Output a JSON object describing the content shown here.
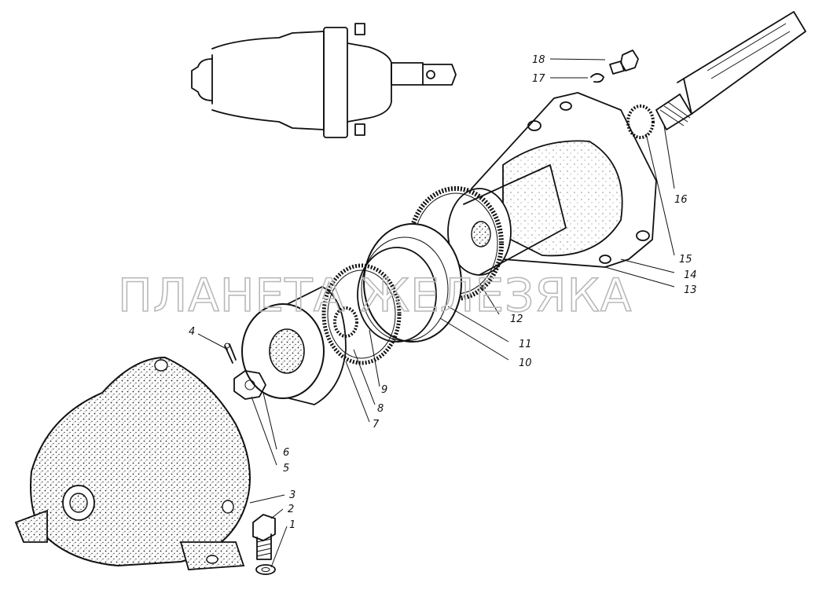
{
  "watermark": "ПЛАНЕТА ЖЕЛЕЗЯКА",
  "callouts": [
    "1",
    "2",
    "3",
    "4",
    "5",
    "6",
    "7",
    "8",
    "9",
    "10",
    "11",
    "12",
    "13",
    "14",
    "15",
    "16",
    "17",
    "18"
  ]
}
